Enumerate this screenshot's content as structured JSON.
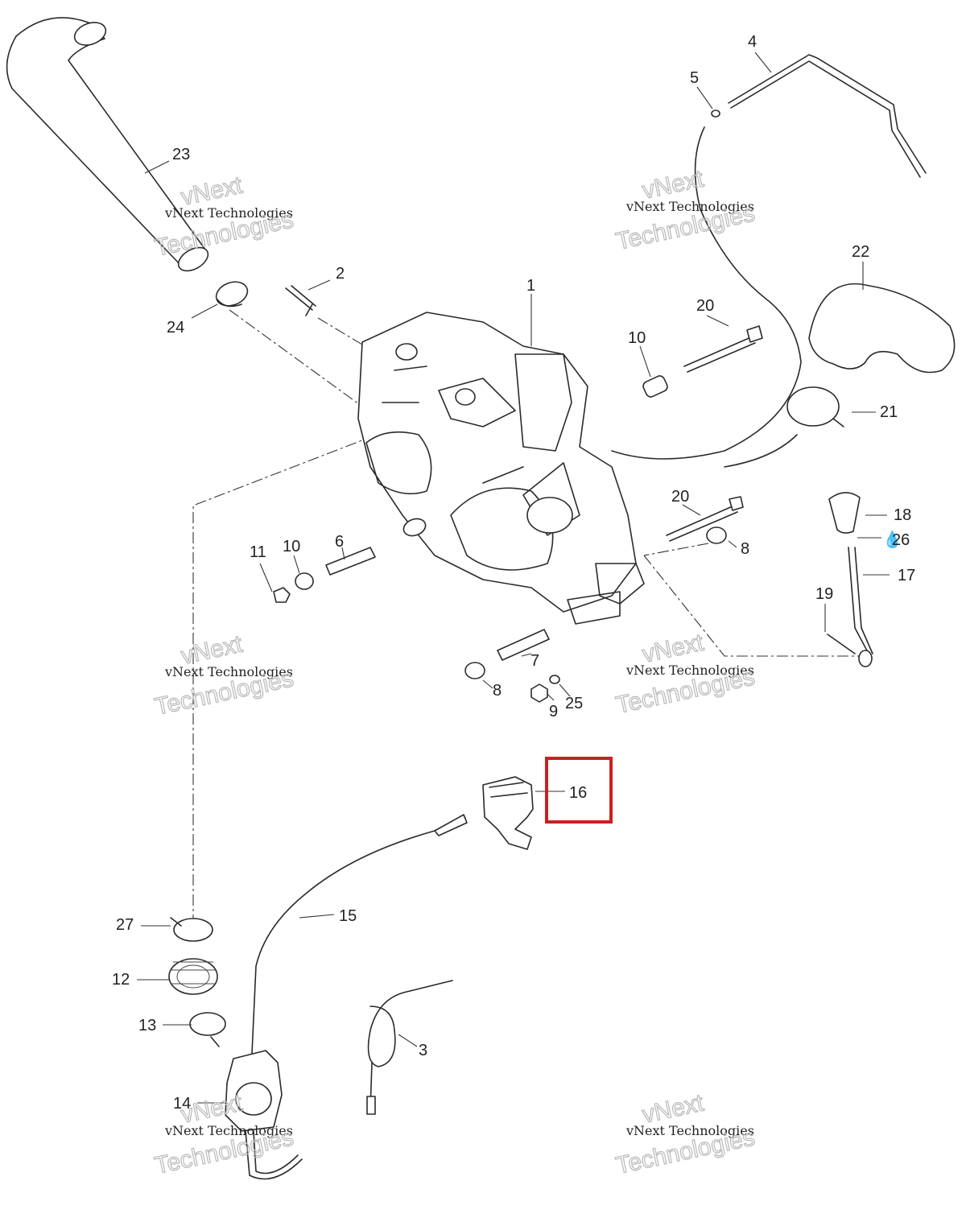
{
  "callouts": {
    "c1": "1",
    "c2": "2",
    "c3": "3",
    "c4": "4",
    "c5": "5",
    "c6": "6",
    "c7": "7",
    "c8a": "8",
    "c8b": "8",
    "c9": "9",
    "c10a": "10",
    "c10b": "10",
    "c11": "11",
    "c12": "12",
    "c13": "13",
    "c14": "14",
    "c15": "15",
    "c16": "16",
    "c17": "17",
    "c18": "18",
    "c19": "19",
    "c20a": "20",
    "c20b": "20",
    "c21": "21",
    "c22": "22",
    "c23": "23",
    "c24": "24",
    "c25": "25",
    "c26": "26",
    "c27": "27"
  },
  "watermark": {
    "line_small": "vNext Technologies",
    "line_big_1": "vNext",
    "line_big_2": "Technologies"
  },
  "highlight": {
    "part": "16",
    "color": "#cc1f1f"
  }
}
